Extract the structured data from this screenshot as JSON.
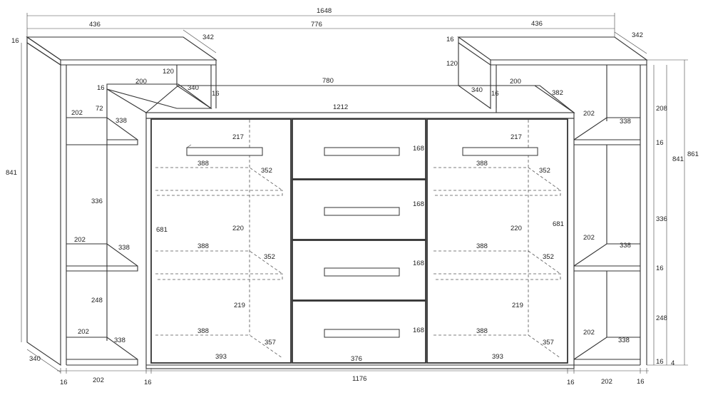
{
  "dimensions": {
    "total_width": "1648",
    "left_top_width": "436",
    "left_top_depth": "342",
    "center_gap": "776",
    "right_top_width": "436",
    "right_top_depth": "342",
    "top_thickness_left": "16",
    "top_thickness_right": "16",
    "left_total_height": "841",
    "right_inner_height": "841",
    "right_total_height": "861",
    "left_riser_height": "120",
    "left_riser_depth": "340",
    "left_riser_thickness": "16",
    "right_riser_height": "120",
    "right_riser_depth": "340",
    "right_riser_thickness": "16",
    "left_step_width": "200",
    "left_step_thickness": "16",
    "right_step_width": "200",
    "right_step_depth": "382",
    "middle_top": "780",
    "main_top": "1212",
    "left_shelf_width_1": "202",
    "left_shelf_depth_1": "338",
    "left_shelf_gap_top": "72",
    "left_shelf_gap_mid": "336",
    "left_shelf_width_2": "202",
    "left_shelf_depth_2": "338",
    "left_shelf_gap_bottom": "248",
    "left_shelf_width_3": "202",
    "left_shelf_depth_3": "338",
    "left_base_depth": "340",
    "right_shelf_width_1": "202",
    "right_shelf_depth_1": "338",
    "right_gap_top": "208",
    "right_gap_16a": "16",
    "right_gap_mid": "336",
    "right_shelf_width_2": "202",
    "right_shelf_depth_2": "338",
    "right_gap_16b": "16",
    "right_gap_bottom": "248",
    "right_shelf_width_3": "202",
    "right_shelf_depth_3": "338",
    "right_gap_16c": "16",
    "right_plinth": "4",
    "ld_height_top": "217",
    "ld_width_top": "388",
    "ld_depth_top": "352",
    "ld_door_height": "681",
    "ld_height_mid": "220",
    "ld_width_mid": "388",
    "ld_depth_mid": "352",
    "ld_height_bot": "219",
    "ld_width_bot": "388",
    "ld_depth_bot": "357",
    "ld_base_width": "393",
    "drawer_1": "168",
    "drawer_2": "168",
    "drawer_3": "168",
    "drawer_4": "168",
    "drawer_width": "376",
    "rd_height_top": "217",
    "rd_width_top": "388",
    "rd_depth_top": "352",
    "rd_door_height": "681",
    "rd_height_mid": "220",
    "rd_width_mid": "388",
    "rd_depth_mid": "352",
    "rd_height_bot": "219",
    "rd_width_bot": "388",
    "rd_depth_bot": "357",
    "rd_base_width": "393",
    "bottom_left_16": "16",
    "bottom_left_202": "202",
    "bottom_left_16b": "16",
    "bottom_center": "1176",
    "bottom_right_16": "16",
    "bottom_right_202": "202",
    "bottom_right_16b": "16"
  }
}
